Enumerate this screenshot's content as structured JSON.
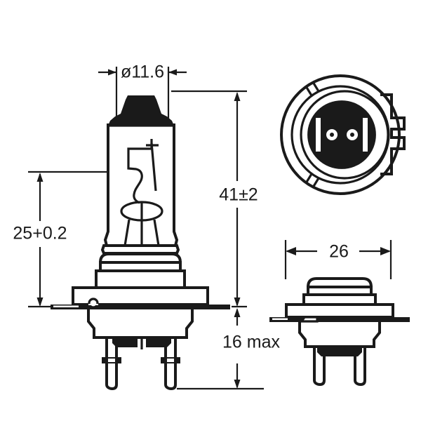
{
  "drawing": {
    "title": "H7 halogen bulb dimensional drawing",
    "line_color": "#1a1a1a",
    "background_color": "#ffffff",
    "fill_color": "#1a1a1a"
  },
  "dimensions": {
    "diameter": {
      "label": "ø11.6",
      "name": "bulb-glass-diameter",
      "orientation": "horizontal",
      "arrow_style": "outward"
    },
    "seal_height": {
      "label": "25+0.2",
      "name": "glass-to-flange-height",
      "orientation": "vertical",
      "arrow_style": "inward"
    },
    "overall_height": {
      "label": "41±2",
      "name": "overall-bulb-height",
      "orientation": "vertical",
      "arrow_style": "inward"
    },
    "base_depth": {
      "label": "16 max",
      "name": "flange-to-pin-end-depth",
      "orientation": "vertical",
      "arrow_style": "inward"
    },
    "cap_width": {
      "label": "26",
      "name": "cap-flange-width",
      "orientation": "horizontal",
      "arrow_style": "inward"
    }
  },
  "views": [
    {
      "name": "front-elevation-view",
      "description": "Front elevation of H7 bulb showing glass envelope, filament, base and pins"
    },
    {
      "name": "socket-end-view",
      "description": "End view of the cap showing keyed ring, contact blades and terminal eyelets"
    },
    {
      "name": "side-elevation-view",
      "description": "Side elevation of the cap and pins"
    }
  ],
  "icons": {
    "arrow": "arrow-glyph",
    "centerline": "centerline-glyph"
  }
}
